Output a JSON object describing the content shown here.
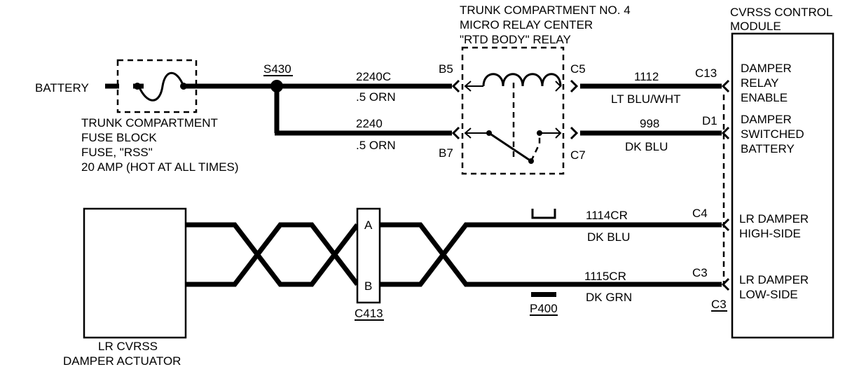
{
  "labels": {
    "battery": "BATTERY",
    "fuse_block_1": "TRUNK COMPARTMENT",
    "fuse_block_2": "FUSE BLOCK",
    "fuse_block_3": "FUSE, \"RSS\"",
    "fuse_block_4": "20 AMP (HOT AT ALL TIMES)",
    "splice": "S430",
    "relay_center_1": "TRUNK COMPARTMENT NO. 4",
    "relay_center_2": "MICRO RELAY CENTER",
    "relay_center_3": "\"RTD BODY\" RELAY",
    "module_1": "CVRSS CONTROL",
    "module_2": "MODULE",
    "pin_b5": "B5",
    "pin_b7": "B7",
    "pin_c5": "C5",
    "pin_c7": "C7",
    "pin_c13": "C13",
    "pin_d1": "D1",
    "pin_c4": "C4",
    "pin_c3": "C3",
    "pin_c3_conn": "C3",
    "wire_2240c_num": "2240C",
    "wire_2240c_color": ".5 ORN",
    "wire_2240_num": "2240",
    "wire_2240_color": ".5 ORN",
    "wire_1112_num": "1112",
    "wire_1112_color": "LT BLU/WHT",
    "wire_998_num": "998",
    "wire_998_color": "DK BLU",
    "wire_1114_num": "1114CR",
    "wire_1114_color": "DK BLU",
    "wire_1115_num": "1115CR",
    "wire_1115_color": "DK GRN",
    "relay_enable_1": "DAMPER",
    "relay_enable_2": "RELAY",
    "relay_enable_3": "ENABLE",
    "switched_1": "DAMPER",
    "switched_2": "SWITCHED",
    "switched_3": "BATTERY",
    "high_side_1": "LR DAMPER",
    "high_side_2": "HIGH-SIDE",
    "low_side_1": "LR DAMPER",
    "low_side_2": "LOW-SIDE",
    "connector_c413": "C413",
    "connector_a": "A",
    "connector_b": "B",
    "connector_p400": "P400",
    "actuator_1": "LR CVRSS",
    "actuator_2": "DAMPER ACTUATOR"
  }
}
